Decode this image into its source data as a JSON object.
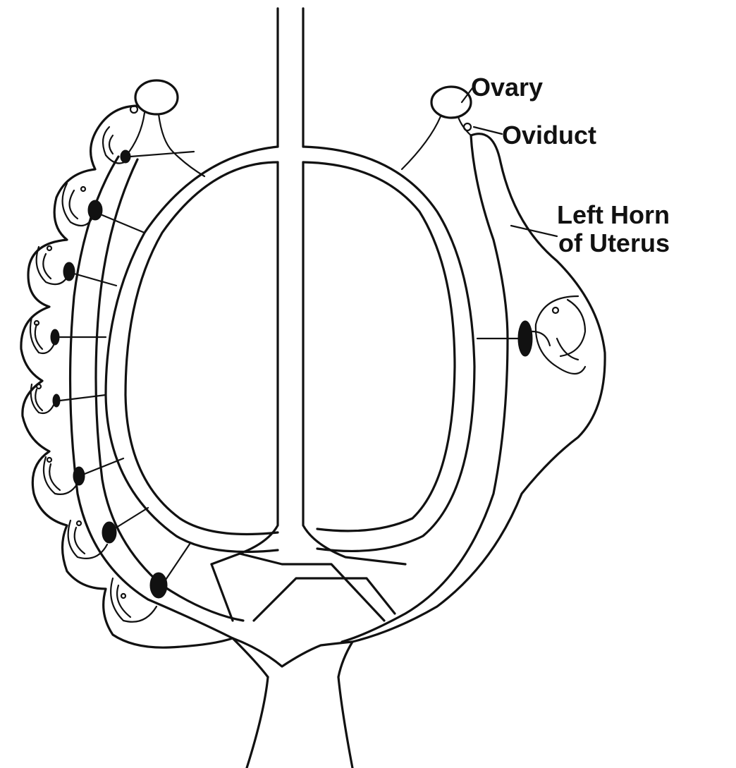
{
  "labels": {
    "ovary": "Ovary",
    "oviduct": "Oviduct",
    "left_horn": "Left Horn\nof Uterus"
  }
}
